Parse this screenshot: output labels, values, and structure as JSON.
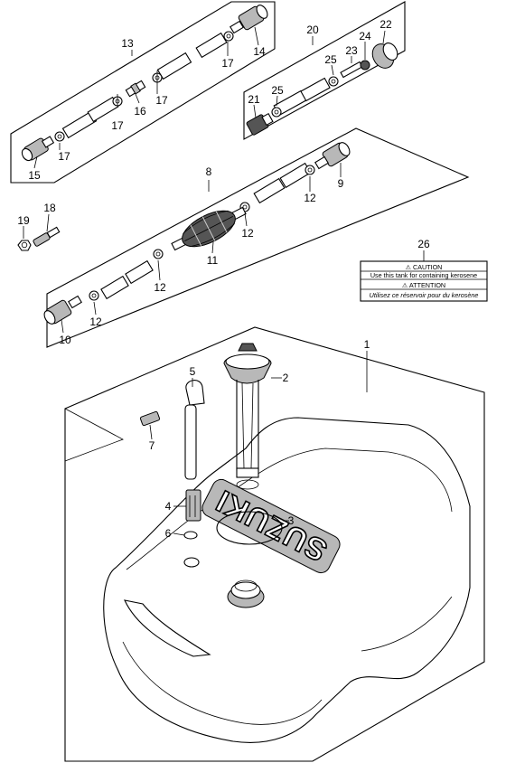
{
  "callouts": {
    "n1": "1",
    "n2": "2",
    "n3": "3",
    "n4": "4",
    "n5": "5",
    "n6": "6",
    "n7": "7",
    "n8": "8",
    "n9": "9",
    "n10": "10",
    "n11": "11",
    "n12a": "12",
    "n12b": "12",
    "n12c": "12",
    "n12d": "12",
    "n13": "13",
    "n14": "14",
    "n15": "15",
    "n16": "16",
    "n17a": "17",
    "n17b": "17",
    "n17c": "17",
    "n17d": "17",
    "n18": "18",
    "n19": "19",
    "n20": "20",
    "n21": "21",
    "n22": "22",
    "n23": "23",
    "n24": "24",
    "n25a": "25",
    "n25b": "25",
    "n26": "26"
  },
  "label_26": {
    "caution_title": "⚠ CAUTION",
    "caution_text": "Use this tank for containing kerosene",
    "attention_title": "⚠ ATTENTION",
    "attention_text": "Utilisez ce réservoir pour du kerosène"
  },
  "tank_brand": "SUZUKI"
}
